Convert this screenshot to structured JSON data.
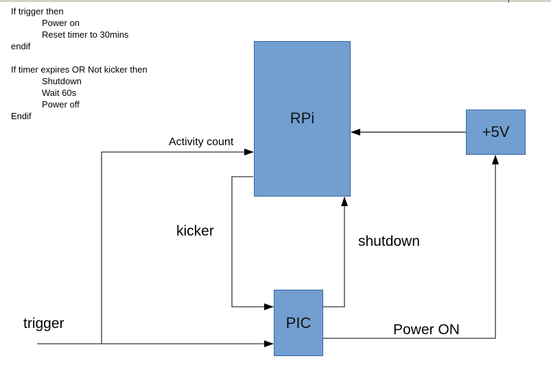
{
  "pseudocode": {
    "lines": [
      {
        "text": "If trigger then",
        "indent": false
      },
      {
        "text": "Power on",
        "indent": true
      },
      {
        "text": "Reset timer to 30mins",
        "indent": true
      },
      {
        "text": "endif",
        "indent": false
      },
      {
        "text": "",
        "indent": false
      },
      {
        "text": "If timer expires OR Not kicker then",
        "indent": false
      },
      {
        "text": "Shutdown",
        "indent": true
      },
      {
        "text": "Wait 60s",
        "indent": true
      },
      {
        "text": "Power off",
        "indent": true
      },
      {
        "text": "Endif",
        "indent": false
      }
    ]
  },
  "blocks": {
    "rpi": "RPi",
    "psu": "+5V",
    "pic": "PIC"
  },
  "signals": {
    "activity_count": "Activity count",
    "kicker": "kicker",
    "shutdown": "shutdown",
    "trigger": "trigger",
    "power_on": "Power ON"
  },
  "colors": {
    "block_fill": "#729fcf",
    "block_border": "#3465a4",
    "line": "#000000"
  }
}
